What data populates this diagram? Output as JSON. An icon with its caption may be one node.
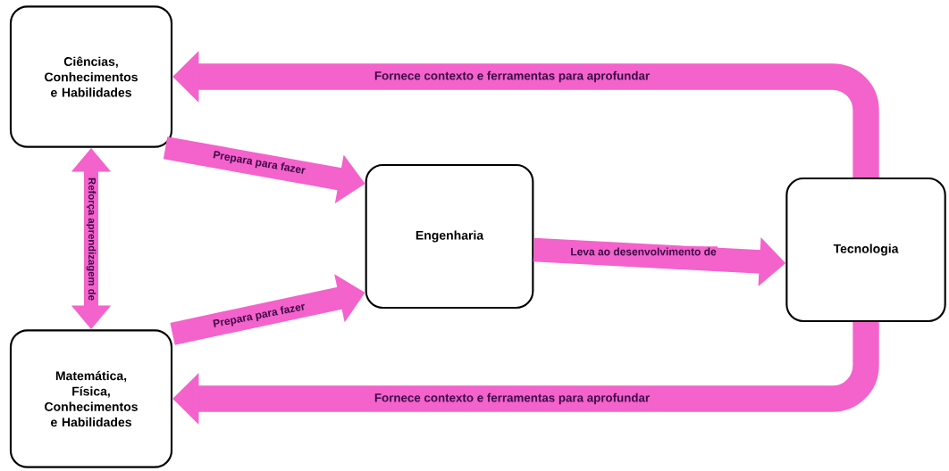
{
  "diagram": {
    "nodes": [
      {
        "text": [
          "Ciências, Conhecimentos e Habilidades"
        ]
      },
      {
        "text": [
          "Matemática, Física, Conhecimentos e Habilidades"
        ]
      },
      {
        "text": [
          "Engenharia"
        ]
      },
      {
        "text": [
          "Tecnologia"
        ]
      }
    ],
    "edges": [
      {
        "from": 3,
        "to": 0,
        "arrow": "to",
        "label": "Fornece contexto e ferramentas para aprofundar"
      },
      {
        "from": 3,
        "to": 1,
        "arrow": "to",
        "label": "Fornece contexto e ferramentas para aprofundar"
      },
      {
        "from": 0,
        "to": 2,
        "arrow": "to",
        "label": "Prepara para fazer"
      },
      {
        "from": 1,
        "to": 2,
        "arrow": "to",
        "label": "Prepara para fazer"
      },
      {
        "from": 2,
        "to": 3,
        "arrow": "to",
        "label": "Leva ao desenvolvimento de"
      },
      {
        "from": 0,
        "to": 1,
        "arrow": "both",
        "label": "Reforça aprendizagem de"
      }
    ]
  }
}
